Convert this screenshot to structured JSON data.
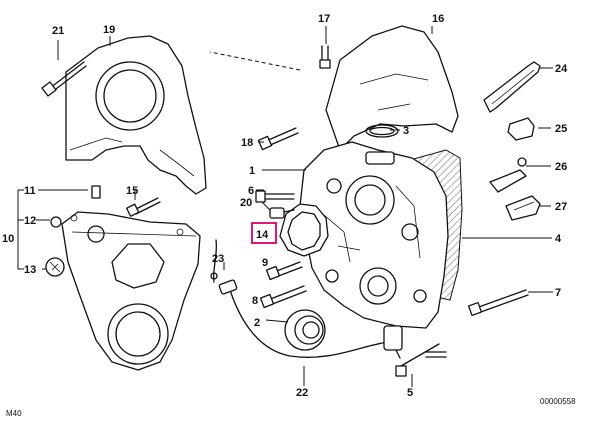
{
  "diagram": {
    "callouts": {
      "c1": "1",
      "c2": "2",
      "c3": "3",
      "c4": "4",
      "c5": "5",
      "c6": "6",
      "c7": "7",
      "c8": "8",
      "c9": "9",
      "c10": "10",
      "c11": "11",
      "c12": "12",
      "c13": "13",
      "c14": "14",
      "c15": "15",
      "c16": "16",
      "c17": "17",
      "c18": "18",
      "c19": "19",
      "c20": "20",
      "c21": "21",
      "c22": "22",
      "c23": "23",
      "c24": "24",
      "c25": "25",
      "c26": "26",
      "c27": "27"
    },
    "highlighted_part": "14",
    "highlight_color": "#e0177a",
    "footer_left": "M40",
    "footer_right": "00000558"
  }
}
